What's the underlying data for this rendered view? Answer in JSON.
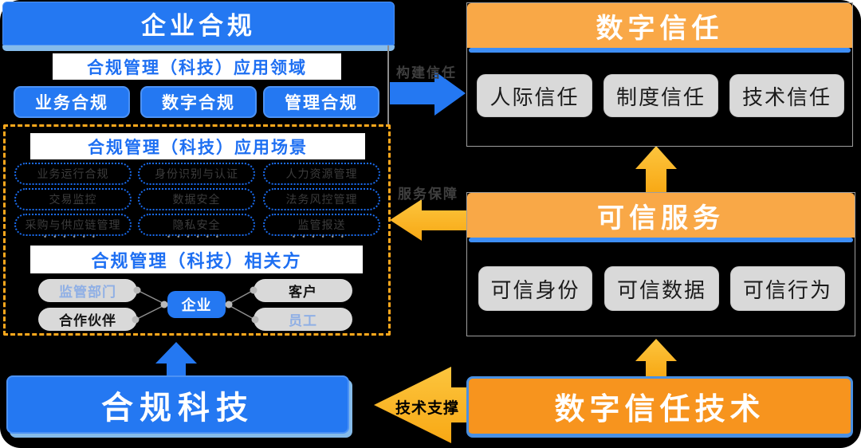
{
  "left": {
    "title": "企业合规",
    "domains_title": "合规管理（科技）应用领域",
    "domains": [
      "业务合规",
      "数字合规",
      "管理合规"
    ],
    "scenarios_title": "合规管理（科技）应用场景",
    "scenarios": [
      [
        "业务运行合规",
        "身份识别与认证",
        "人力资源管理"
      ],
      [
        "交易监控",
        "数据安全",
        "法务风控管理"
      ],
      [
        "采购与供应链管理",
        "隐私安全",
        "监管报送"
      ]
    ],
    "ellipsis": "••••••",
    "stakeholders_title": "合规管理（科技）相关方",
    "stakeholders": {
      "regulator": "监管部门",
      "customer": "客户",
      "partner": "合作伙伴",
      "employee": "员工",
      "center": "企业"
    },
    "bottom_title": "合规科技"
  },
  "right": {
    "trust_title": "数字信任",
    "trust_items": [
      "人际信任",
      "制度信任",
      "技术信任"
    ],
    "services_title": "可信服务",
    "services_items": [
      "可信身份",
      "可信数据",
      "可信行为"
    ],
    "tech_title": "数字信任技术"
  },
  "arrows": {
    "build_trust": "构建信任",
    "service_guarantee": "服务保障",
    "tech_support": "技术支撑"
  },
  "colors": {
    "blue": "#2478F2",
    "blue_text": "#1E6FF2",
    "light_blue": "#85BBEA",
    "orange": "#F9A847",
    "deep_orange": "#F7941E",
    "yellow": "#FBB717",
    "dashed": "#FFA81C"
  }
}
